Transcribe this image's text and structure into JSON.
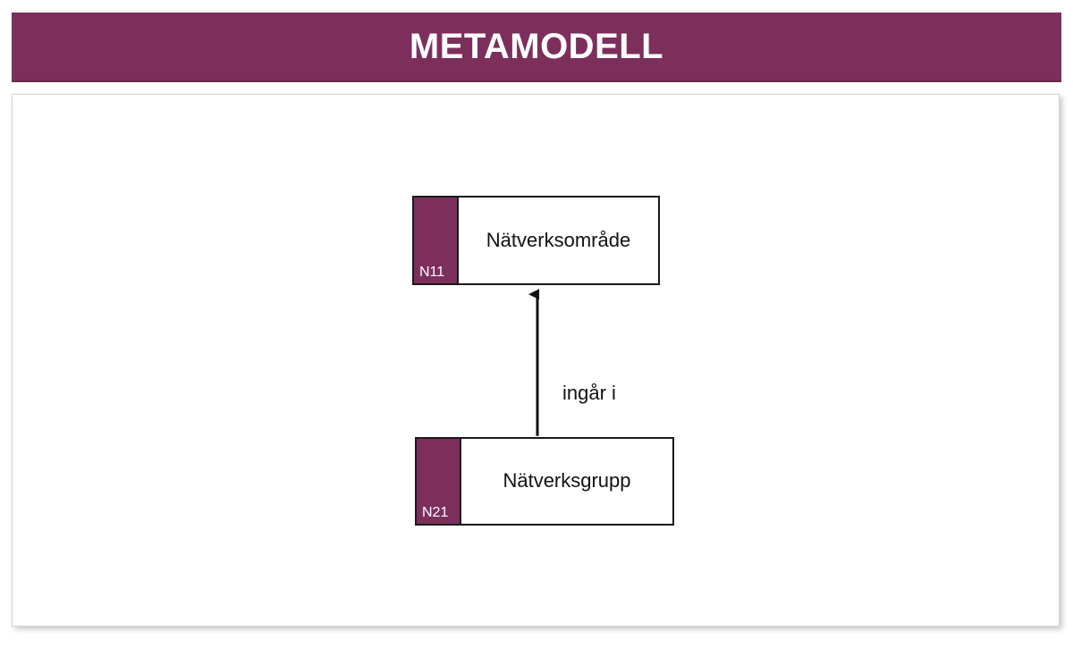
{
  "header": {
    "title": "METAMODELL",
    "background_color": "#7D2F5C",
    "text_color": "#FFFFFF"
  },
  "canvas": {
    "background_color": "#FFFFFF",
    "border_color": "#D6D6D6"
  },
  "diagram": {
    "type": "entity-relationship",
    "accent_color": "#7D2F5C",
    "line_color": "#1A1A1A",
    "entities": [
      {
        "code": "N11",
        "name": "Nätverksområde",
        "id": "natverksomrade"
      },
      {
        "code": "N21",
        "name": "Nätverksgrupp",
        "id": "natverksgrupp"
      }
    ],
    "relationships": [
      {
        "label": "ingår i",
        "from": "N21",
        "to": "N11",
        "arrow": "solid-filled-triangle",
        "direction": "up"
      }
    ]
  }
}
